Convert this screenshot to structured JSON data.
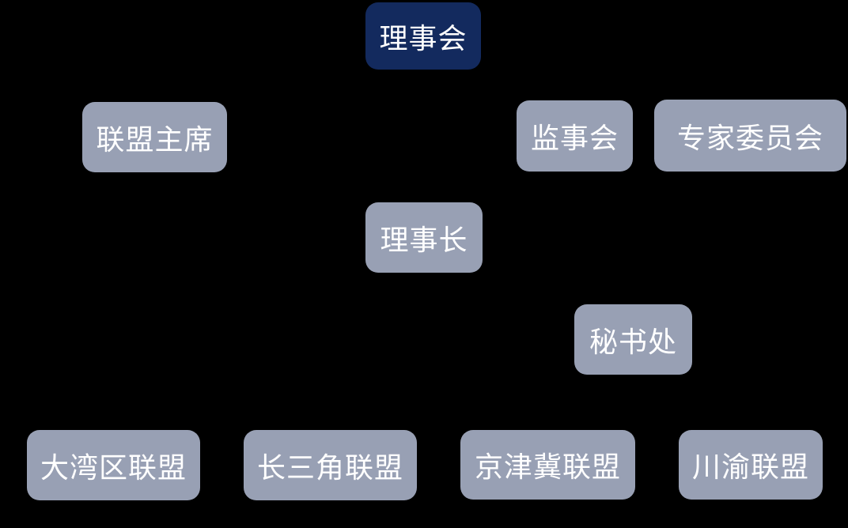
{
  "colors": {
    "background": "#000000",
    "primary_node": "#132a5e",
    "secondary_node": "#98a0b4",
    "text": "#ffffff"
  },
  "chart": {
    "type": "org-chart",
    "title": "",
    "nodes": [
      {
        "id": "board",
        "label": "理事会",
        "level": "primary"
      },
      {
        "id": "alliance-chairman",
        "label": "联盟主席",
        "level": "secondary"
      },
      {
        "id": "supervisory-board",
        "label": "监事会",
        "level": "secondary"
      },
      {
        "id": "expert-committee",
        "label": "专家委员会",
        "level": "secondary"
      },
      {
        "id": "chairman",
        "label": "理事长",
        "level": "secondary"
      },
      {
        "id": "secretariat",
        "label": "秘书处",
        "level": "secondary"
      },
      {
        "id": "greater-bay-area-alliance",
        "label": "大湾区联盟",
        "level": "secondary"
      },
      {
        "id": "yangtze-river-delta-alliance",
        "label": "长三角联盟",
        "level": "secondary"
      },
      {
        "id": "beijing-tianjin-hebei-alliance",
        "label": "京津冀联盟",
        "level": "secondary"
      },
      {
        "id": "sichuan-chongqing-alliance",
        "label": "川渝联盟",
        "level": "secondary"
      }
    ]
  }
}
